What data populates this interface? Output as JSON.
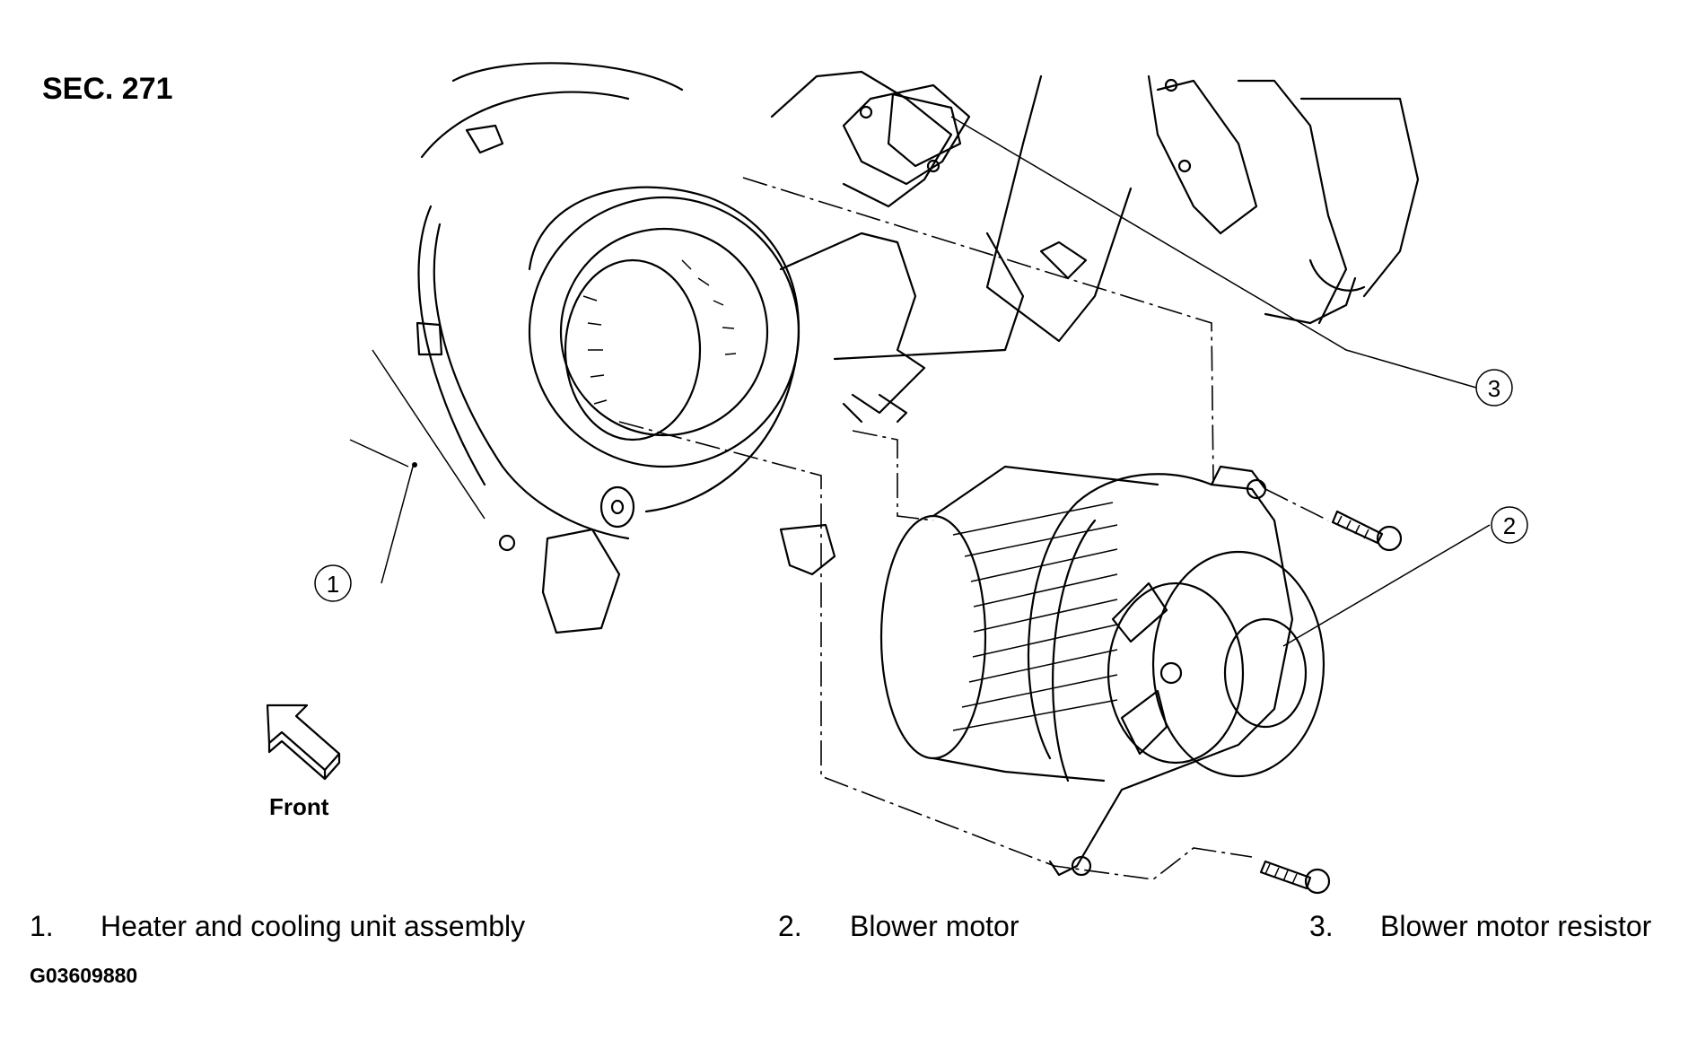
{
  "section": "SEC. 271",
  "front_label": "Front",
  "figure_id": "G03609880",
  "callouts": [
    "1",
    "2",
    "3"
  ],
  "legend": [
    {
      "num": "1.",
      "text": "Heater and cooling unit assembly"
    },
    {
      "num": "2.",
      "text": "Blower motor"
    },
    {
      "num": "3.",
      "text": "Blower motor resistor"
    }
  ]
}
